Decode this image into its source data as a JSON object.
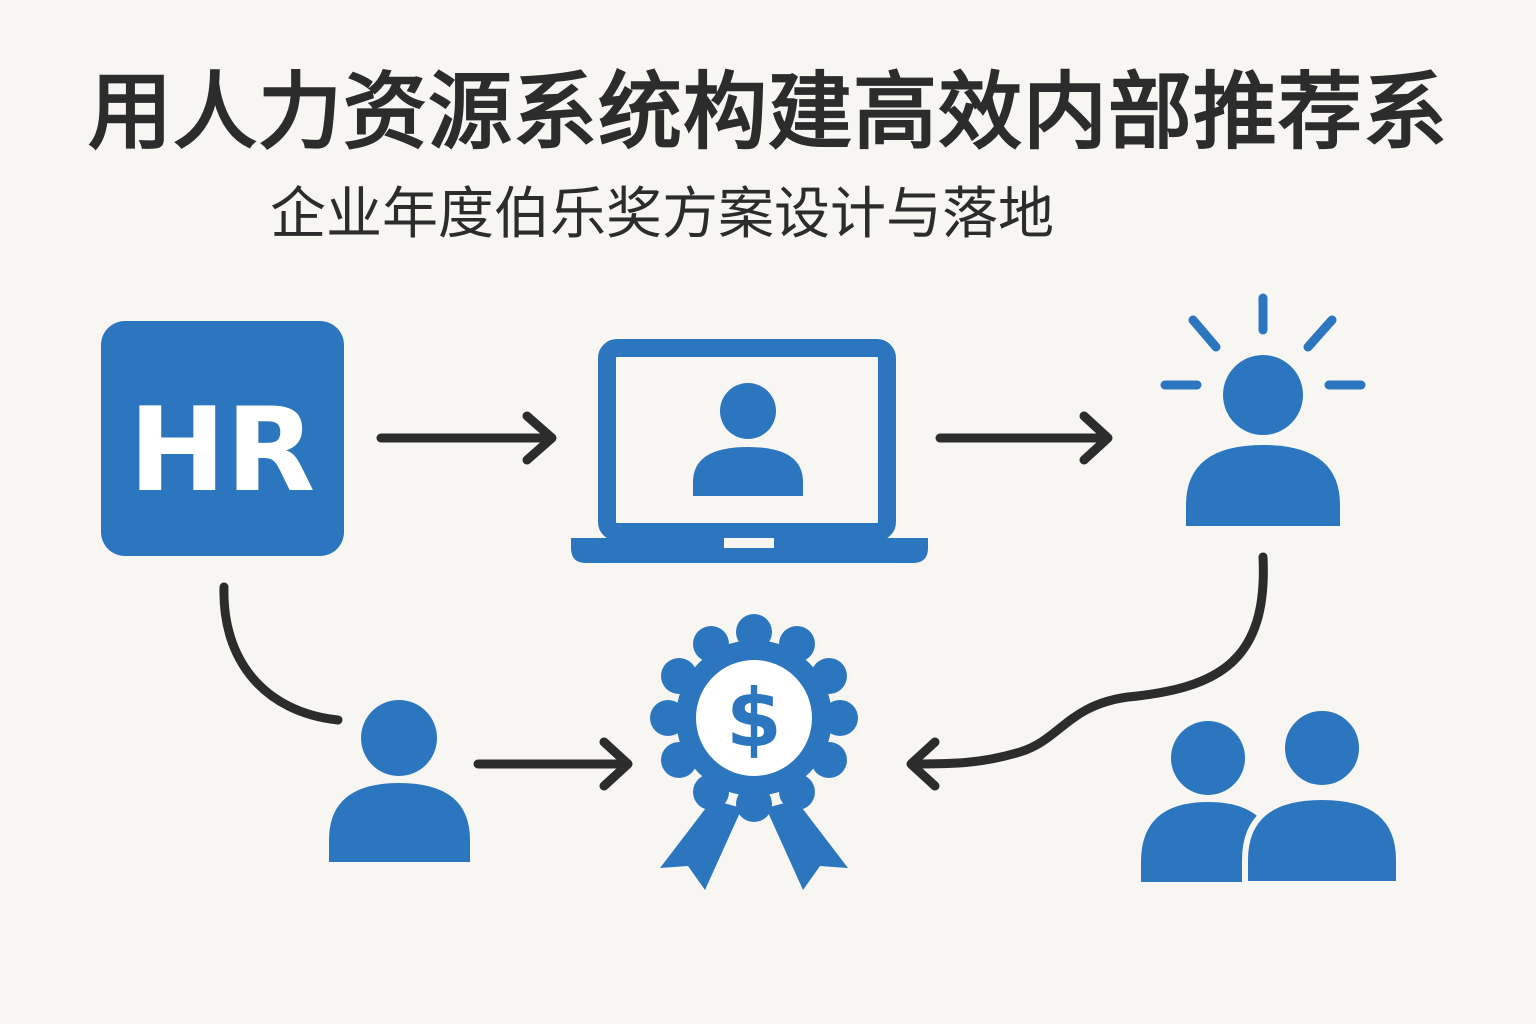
{
  "title": "用人力资源系统构建高效内部推荐系",
  "subtitle": "企业年度伯乐奖方案设计与落地",
  "hr_box": {
    "label": "HR"
  },
  "award": {
    "symbol": "$"
  },
  "colors": {
    "accent": "#2b76bf",
    "line": "#2c2c2c",
    "background": "#f7f6f3"
  },
  "icons": [
    "hr-box-icon",
    "laptop-user-icon",
    "idea-person-icon",
    "referrer-person-icon",
    "award-badge-icon",
    "team-people-icon"
  ]
}
